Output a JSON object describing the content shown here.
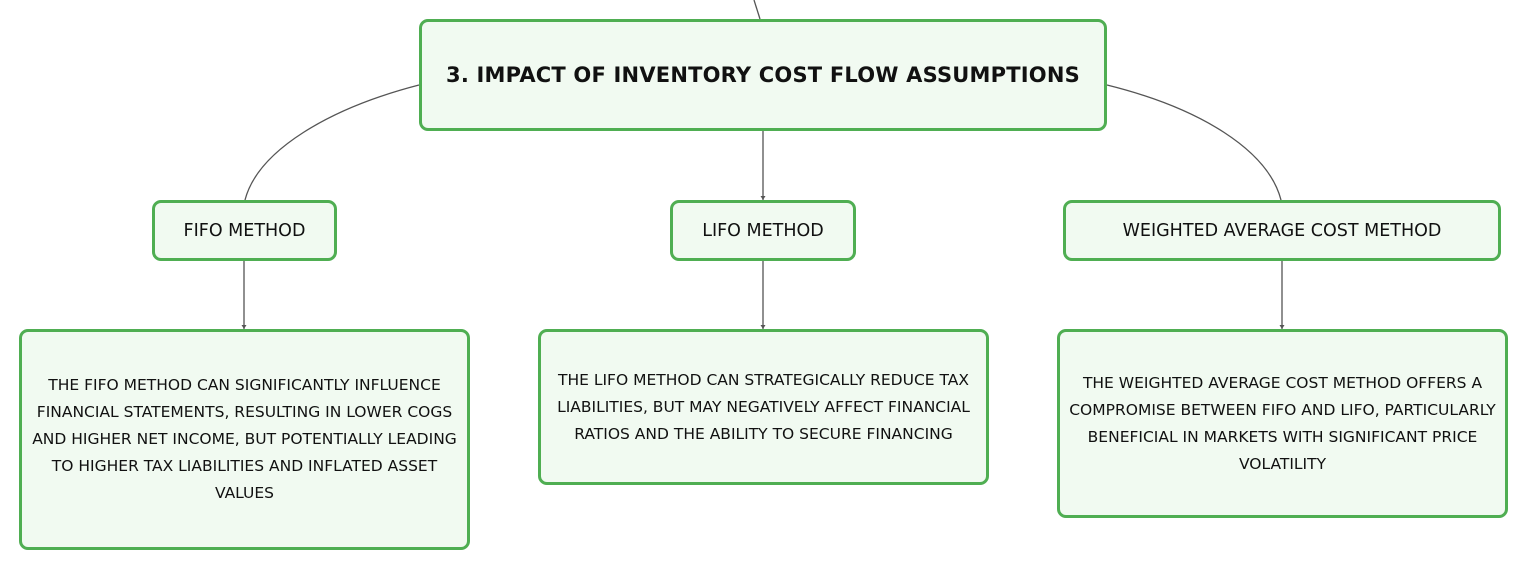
{
  "root": {
    "label": "3. IMPACT OF INVENTORY COST FLOW ASSUMPTIONS"
  },
  "methods": [
    {
      "label": "FIFO METHOD",
      "detail": "THE FIFO METHOD CAN SIGNIFICANTLY INFLUENCE FINANCIAL STATEMENTS, RESULTING IN LOWER COGS AND HIGHER NET INCOME, BUT POTENTIALLY LEADING TO HIGHER TAX LIABILITIES AND INFLATED ASSET VALUES"
    },
    {
      "label": "LIFO METHOD",
      "detail": "THE LIFO METHOD CAN STRATEGICALLY REDUCE TAX LIABILITIES, BUT MAY NEGATIVELY AFFECT FINANCIAL RATIOS AND THE ABILITY TO SECURE FINANCING"
    },
    {
      "label": "WEIGHTED AVERAGE COST METHOD",
      "detail": "THE WEIGHTED AVERAGE COST METHOD OFFERS A COMPROMISE BETWEEN FIFO AND LIFO, PARTICULARLY BENEFICIAL IN MARKETS WITH SIGNIFICANT PRICE VOLATILITY"
    }
  ],
  "colors": {
    "node_border": "#4fae52",
    "node_fill": "#f1faf1",
    "connector": "#555555",
    "text": "#111111"
  }
}
